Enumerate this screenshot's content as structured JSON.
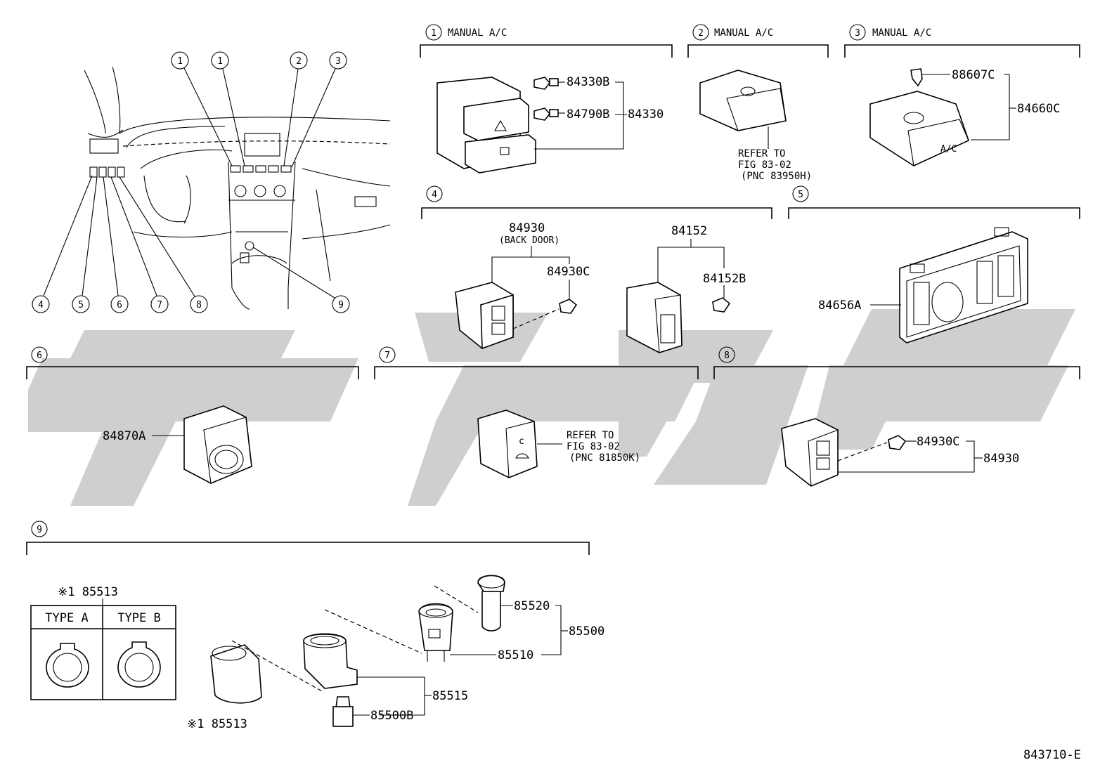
{
  "sections": {
    "s1": {
      "num": "1",
      "title": "MANUAL A/C"
    },
    "s2": {
      "num": "2",
      "title": "MANUAL A/C"
    },
    "s3": {
      "num": "3",
      "title": "MANUAL A/C"
    },
    "s4": {
      "num": "4"
    },
    "s5": {
      "num": "5"
    },
    "s6": {
      "num": "6"
    },
    "s7": {
      "num": "7"
    },
    "s8": {
      "num": "8"
    },
    "s9": {
      "num": "9"
    }
  },
  "overview": {
    "callouts_top": [
      "1",
      "1",
      "2",
      "3"
    ],
    "callouts_bottom": [
      "4",
      "5",
      "6",
      "7",
      "8",
      "9"
    ]
  },
  "parts": {
    "p84330B": "84330B",
    "p84790B": "84790B",
    "p84330": "84330",
    "refer1": [
      "REFER TO",
      "FIG 83-02",
      "(PNC 83950H)"
    ],
    "p88607C": "88607C",
    "p84660C": "84660C",
    "p84930": "84930",
    "back_door": "(BACK DOOR)",
    "p84930C": "84930C",
    "p84152": "84152",
    "p84152B": "84152B",
    "p84656A": "84656A",
    "p84870A": "84870A",
    "refer2": [
      "REFER TO",
      "FIG 83-02",
      "(PNC 81850K)"
    ],
    "p84930C_8": "84930C",
    "p84930_8": "84930",
    "p85513_top": "※1 85513",
    "type_a": "TYPE A",
    "type_b": "TYPE B",
    "p85520": "85520",
    "p85500": "85500",
    "p85510": "85510",
    "p85515": "85515",
    "p85500B": "85500B",
    "p85513_bottom": "※1 85513"
  },
  "footer": {
    "code": "843710-E"
  }
}
